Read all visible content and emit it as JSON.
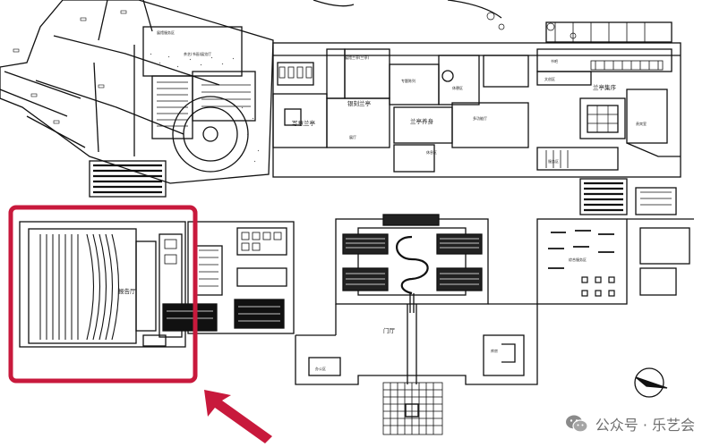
{
  "labels": {
    "xieyi_lanting": "写意兰亭",
    "yinke_lanting": "银刻兰亭",
    "lanting_yangsheng": "兰亭养身",
    "lanting_jixu": "兰亭集序",
    "baogaoting": "报告厅",
    "menting": "门厅",
    "top_a": "茶艺(书画)展览厅",
    "top_b": "展馆服务区",
    "top_c": "展馆兰亭(兰亭)",
    "top_d": "专题陈列",
    "top_e": "休憩区",
    "top_f": "书吧",
    "top_g": "文创区",
    "mid_a": "休息区",
    "mid_b": "多功能厅",
    "mid_c": "展厅",
    "right_a": "服务区",
    "right_b": "贵宾室",
    "right_c": "综合服务区",
    "bottom_a": "办公区",
    "bottom_b": "库房"
  },
  "highlight_color": "#c8193c",
  "arrow_color": "#c8193c",
  "watermark": {
    "text": "公众号 · 乐艺会",
    "icon": "wechat-icon"
  }
}
